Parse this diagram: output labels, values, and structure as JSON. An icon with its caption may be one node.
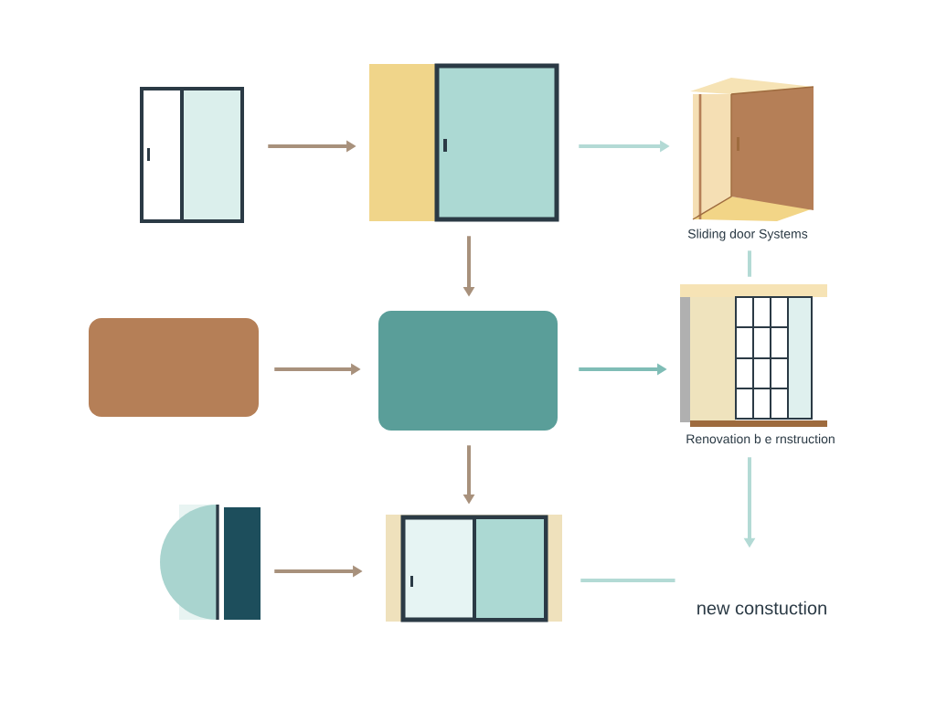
{
  "diagram": {
    "nodes": [
      {
        "text": [],
        "shape": "picture"
      },
      {
        "text": [],
        "shape": "picture"
      },
      {
        "text": [],
        "shape": "picture",
        "beside": [
          "Sliding door Systems"
        ]
      },
      {
        "text": [],
        "shape": "box"
      },
      {
        "text": [],
        "shape": "box"
      },
      {
        "text": [],
        "shape": "picture",
        "beside": [
          "Renovation b e rnstruction"
        ]
      },
      {
        "text": [],
        "shape": "picture"
      },
      {
        "text": [],
        "shape": "picture"
      },
      {
        "text": [
          "new constuction"
        ]
      }
    ],
    "edges": [
      {
        "from": 0,
        "to": 1,
        "arrow": "to"
      },
      {
        "from": 1,
        "to": 2,
        "arrow": "to",
        "color": "#b3dad5"
      },
      {
        "from": 1,
        "to": 4,
        "arrow": "to"
      },
      {
        "from": 2,
        "to": 5,
        "arrow": "none",
        "color": "#b3dad5"
      },
      {
        "from": 3,
        "to": 4,
        "arrow": "to"
      },
      {
        "from": 4,
        "to": 5,
        "arrow": "to",
        "color": "#7fbdb6"
      },
      {
        "from": 4,
        "to": 7,
        "arrow": "to"
      },
      {
        "from": 5,
        "to": 8,
        "arrow": "to",
        "color": "#b3dad5"
      },
      {
        "from": 6,
        "to": 7,
        "arrow": "to"
      },
      {
        "from": 7,
        "to": 8,
        "arrow": "none",
        "color": "#b3dad5"
      }
    ]
  }
}
